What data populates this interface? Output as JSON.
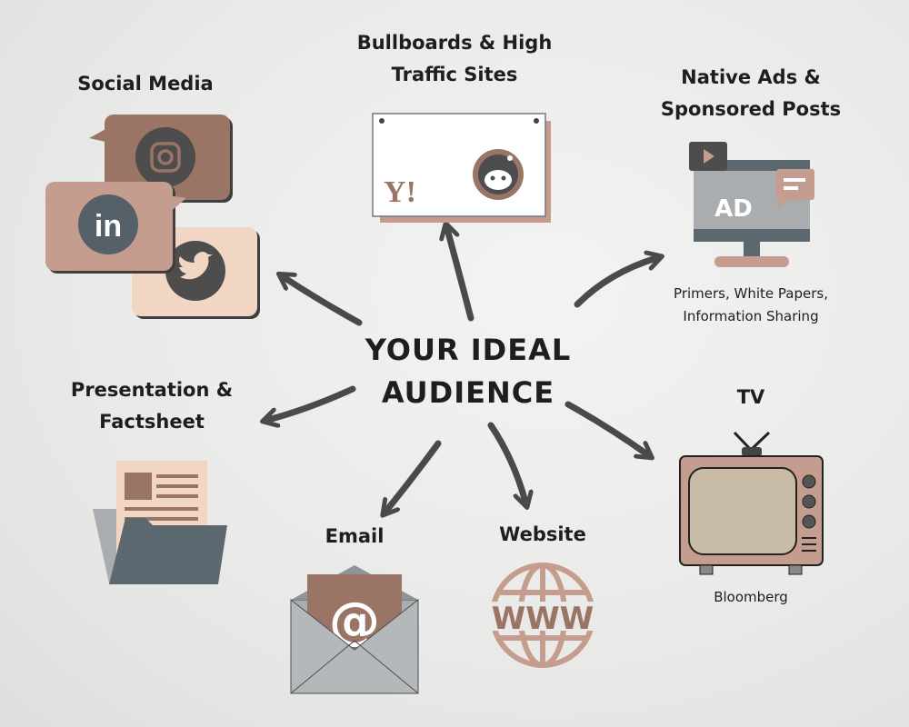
{
  "center": {
    "line1": "YOUR IDEAL",
    "line2": "AUDIENCE"
  },
  "channels": {
    "social": {
      "title": "Social Media"
    },
    "billboards": {
      "line1": "Bullboards & High",
      "line2": "Traffic Sites",
      "logo_text": "Y!"
    },
    "native": {
      "line1": "Native Ads &",
      "line2": "Sponsored Posts",
      "sub1": "Primers, White Papers,",
      "sub2": "Information Sharing",
      "ad_text": "AD"
    },
    "presentation": {
      "line1": "Presentation &",
      "line2": "Factsheet"
    },
    "tv": {
      "title": "TV",
      "sub": "Bloomberg"
    },
    "email": {
      "title": "Email",
      "symbol": "@"
    },
    "website": {
      "title": "Website",
      "symbol": "WWW"
    }
  },
  "colors": {
    "arrow": "#4a4a4a",
    "brown": "#9a7464",
    "rose": "#c49d8e",
    "peach": "#f1d7c3",
    "slate": "#5b6870",
    "gray": "#a9adb0"
  }
}
